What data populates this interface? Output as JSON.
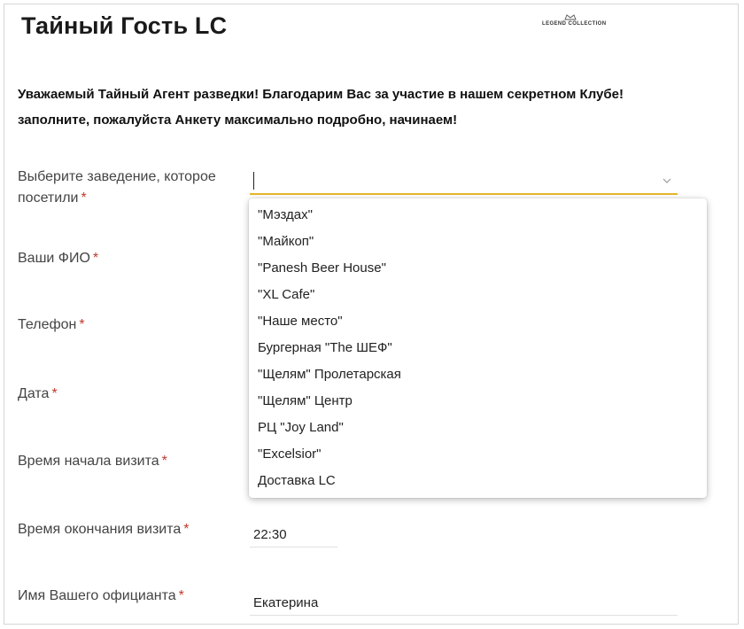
{
  "header": {
    "title": "Тайный Гость LC",
    "logo_text": "LEGEND COLLECTION"
  },
  "intro": {
    "line1": "Уважаемый Тайный Агент разведки! Благодарим Вас за участие в нашем секретном Клубе!",
    "line2": "заполните, пожалуйста Анкету максимально подробно, начинаем!"
  },
  "form": {
    "required_mark": "*",
    "venue": {
      "label_line1": "Выберите заведение, которое",
      "label_line2": "посетили",
      "value": ""
    },
    "fio": {
      "label": "Ваши ФИО"
    },
    "phone": {
      "label": "Телефон"
    },
    "date": {
      "label": "Дата"
    },
    "start_time": {
      "label": "Время начала визита"
    },
    "end_time": {
      "label": "Время окончания визита",
      "value": "22:30"
    },
    "waiter": {
      "label": "Имя Вашего официанта",
      "value": "Екатерина"
    }
  },
  "dropdown": {
    "options": [
      "\"Мэздах\"",
      "\"Майкоп\"",
      "\"Panesh Beer House\"",
      "\"XL Cafe\"",
      "\"Наше место\"",
      "Бургерная \"The ШЕФ\"",
      "\"Щелям\" Пролетарская",
      "\"Щелям\" Центр",
      "РЦ \"Joy Land\"",
      "\"Excelsior\"",
      "Доставка LC"
    ]
  },
  "colors": {
    "accent": "#e7b72d",
    "required": "#c0392b"
  }
}
